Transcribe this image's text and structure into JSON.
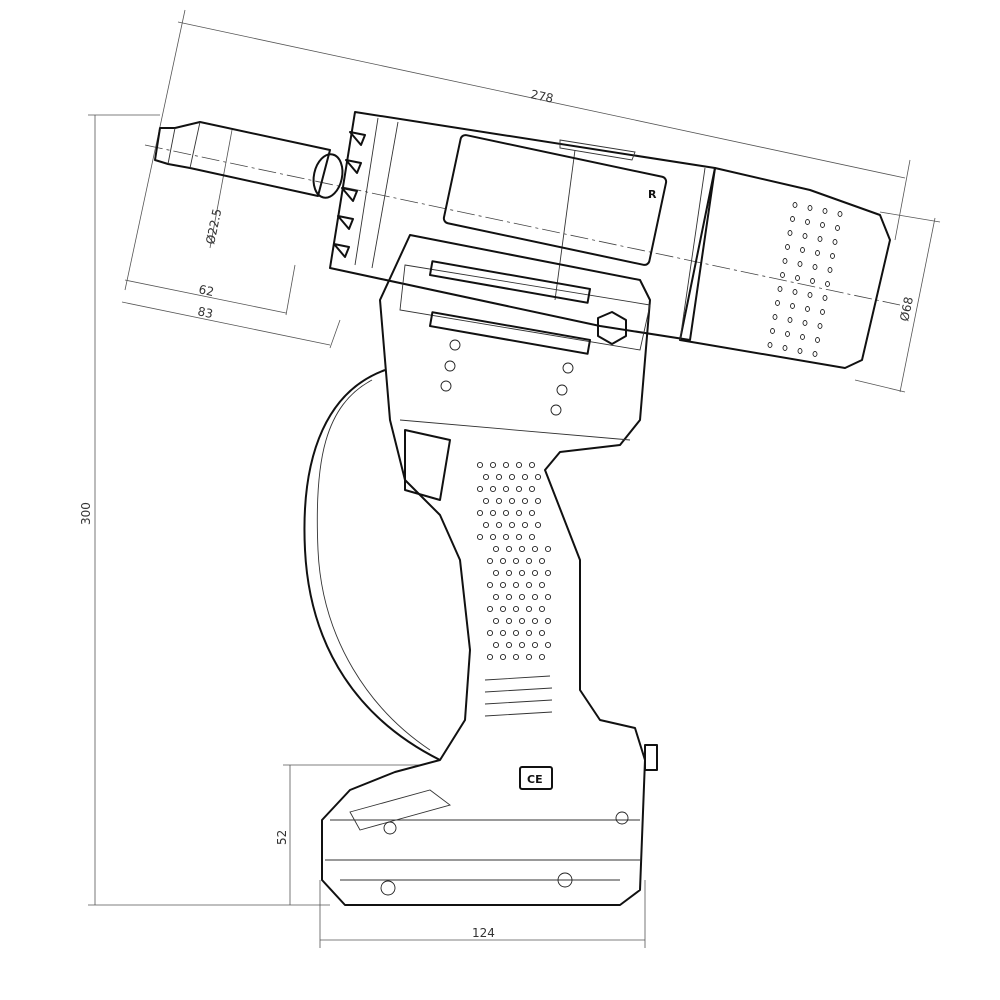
{
  "dimensions": {
    "overall_length": "278",
    "nose_diameter": "Ø22.5",
    "nose_length_62": "62",
    "nose_length_83": "83",
    "overall_height": "300",
    "motor_diameter": "Ø68",
    "battery_height": "52",
    "battery_width": "124"
  },
  "markings": {
    "rotation_mark": "R",
    "ce_mark": "CE"
  }
}
